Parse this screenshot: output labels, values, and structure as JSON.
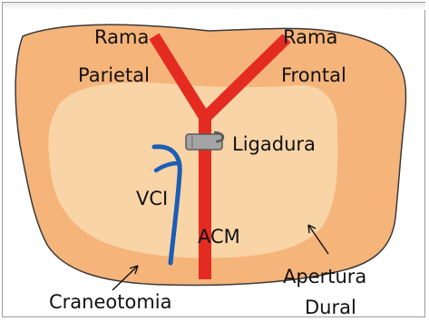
{
  "labels": {
    "rama_parietal_line1": "Rama",
    "rama_parietal_line2": "Parietal",
    "rama_frontal_line1": "Rama",
    "rama_frontal_line2": "Frontal",
    "ligadura": "Ligadura",
    "vci": "VCI",
    "acm": "ACM",
    "craneotomia": "Craneotomia",
    "apertura_dural_line1": "Apertura",
    "apertura_dural_line2": "Dural"
  },
  "colors": {
    "craniotomy_fill": "#f5b47a",
    "dural_fill": "#f9d4a6",
    "outline": "#3a3a3a",
    "artery": "#e42b22",
    "vein": "#1a5eb5",
    "clip": "#9e9e9e"
  }
}
